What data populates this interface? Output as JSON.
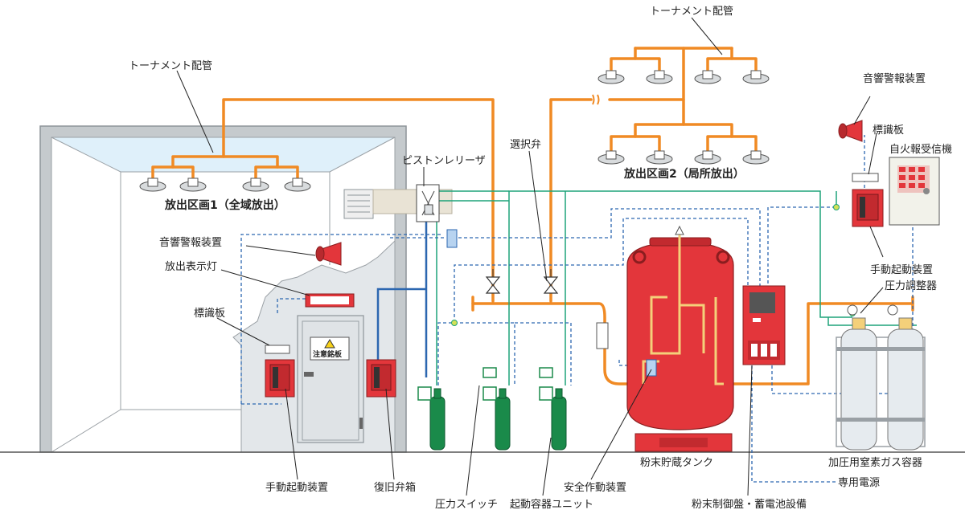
{
  "labels": {
    "tournament_top": "トーナメント配管",
    "tournament_left": "トーナメント配管",
    "zone1": "放出区画1（全域放出）",
    "zone2": "放出区画2（局所放出）",
    "piston_releaser": "ピストンレリーザ",
    "selector_valve": "選択弁",
    "alarm_left": "音響警報装置",
    "alarm_right": "音響警報装置",
    "discharge_lamp": "放出表示灯",
    "sign_left": "標識板",
    "sign_right": "標識板",
    "fire_receiver": "自火報受信機",
    "manual_start_right": "手動起動装置",
    "pressure_regulator": "圧力調整器",
    "caution_plate": "注意銘板",
    "manual_start_left": "手動起動装置",
    "reset_valve_box": "復旧弁箱",
    "pressure_switch": "圧力スイッチ",
    "start_container_unit": "起動容器ユニット",
    "safety_device": "安全作動装置",
    "powder_tank": "粉末貯蔵タンク",
    "powder_control_panel": "粉末制御盤・蓄電池設備",
    "nitrogen_container": "加圧用窒素ガス容器",
    "dedicated_power": "専用電源"
  },
  "colors": {
    "pipe_orange": "#f08a24",
    "line_green": "#1ea37a",
    "line_blue_dash": "#2c67b0",
    "equipment_red": "#e3363b",
    "cylinder_green": "#1a8a4a",
    "wall_gray": "#b9bfc4"
  }
}
